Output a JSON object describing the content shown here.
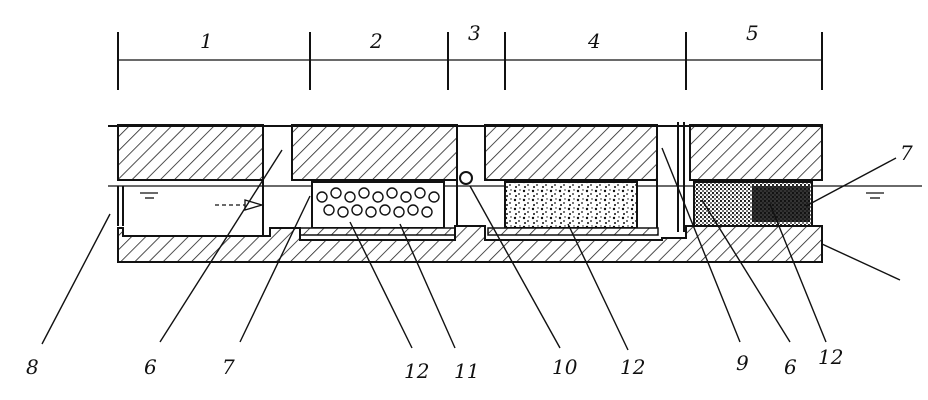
{
  "sections": [
    {
      "id": "s1",
      "label": "1"
    },
    {
      "id": "s2",
      "label": "2"
    },
    {
      "id": "s3",
      "label": "3"
    },
    {
      "id": "s4",
      "label": "4"
    },
    {
      "id": "s5",
      "label": "5"
    }
  ],
  "callouts": {
    "c8": "8",
    "c6a": "6",
    "c7a": "7",
    "c12a": "12",
    "c11": "11",
    "c10": "10",
    "c12b": "12",
    "c9": "9",
    "c6b": "6",
    "c12c": "12",
    "c7b": "7"
  }
}
